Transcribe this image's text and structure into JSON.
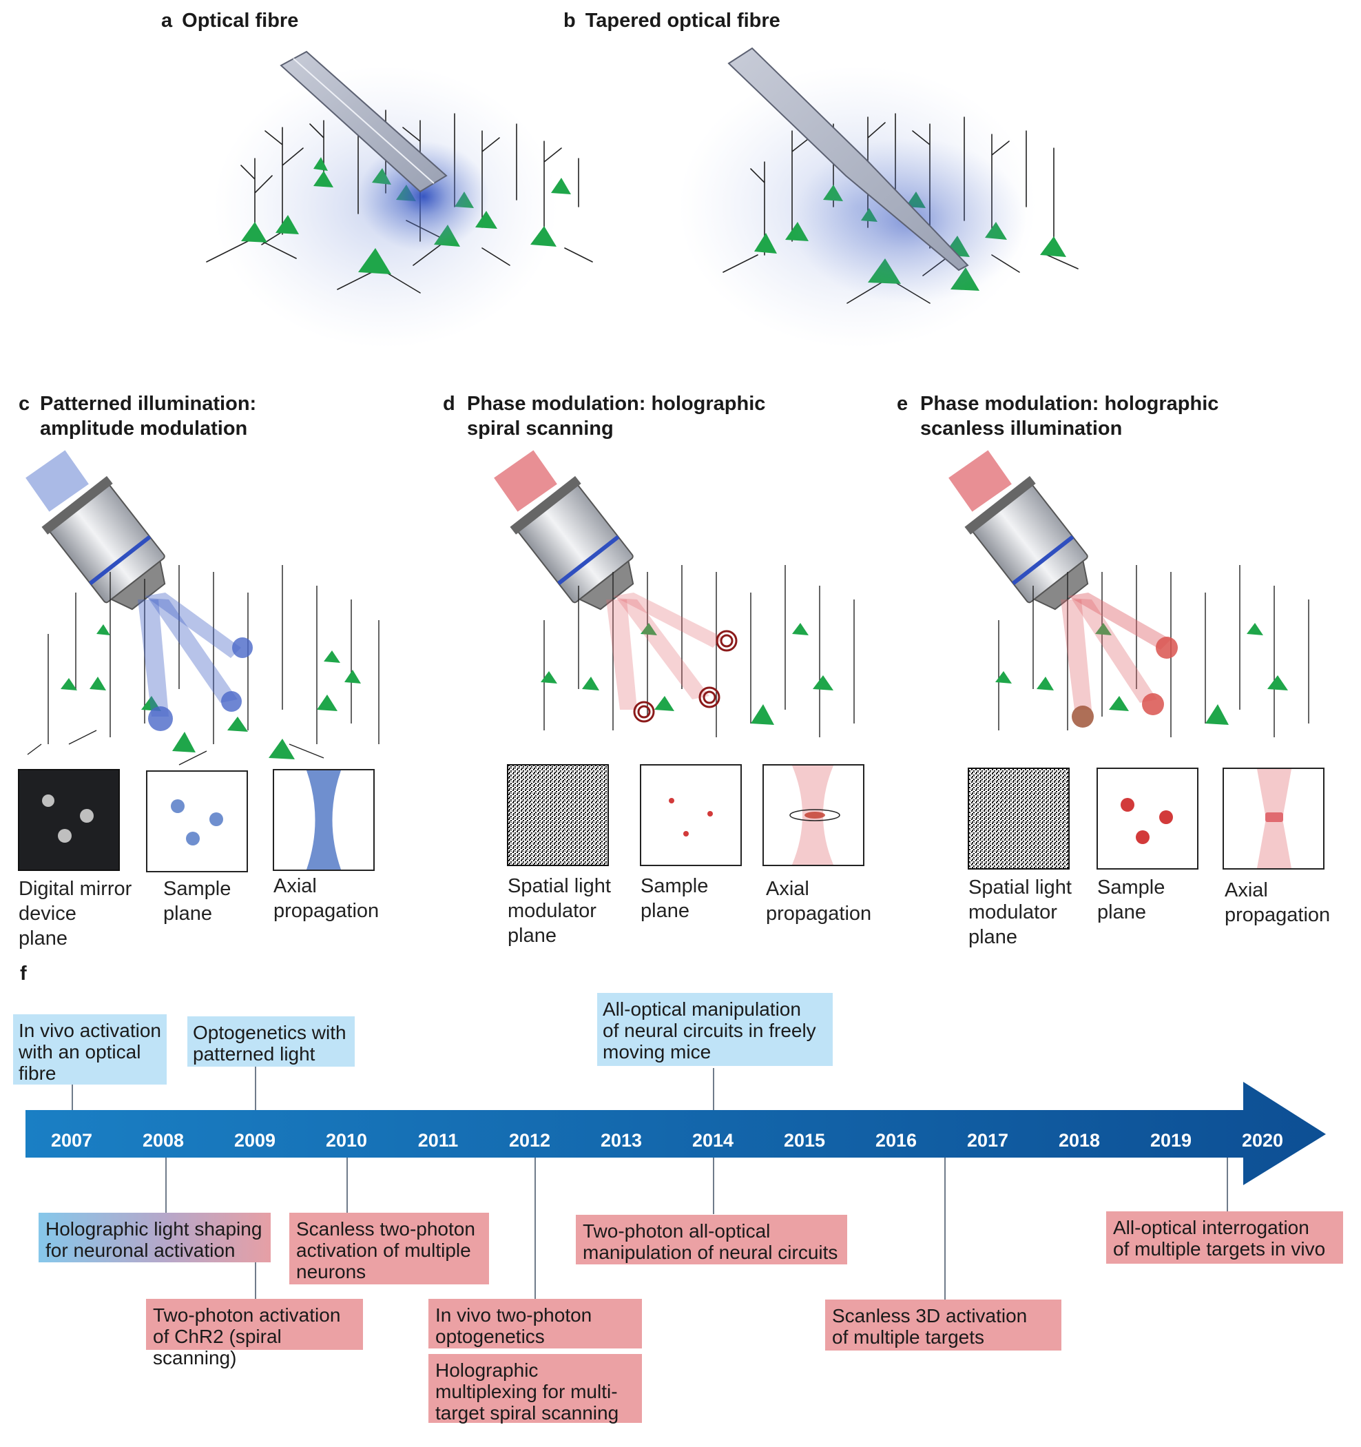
{
  "panels": {
    "a": {
      "letter": "a",
      "title": "Optical fibre"
    },
    "b": {
      "letter": "b",
      "title": "Tapered optical fibre"
    },
    "c": {
      "letter": "c",
      "title": "Patterned illumination:\namplitude modulation"
    },
    "d": {
      "letter": "d",
      "title": "Phase modulation: holographic\nspiral scanning"
    },
    "e": {
      "letter": "e",
      "title": "Phase modulation: holographic\nscanless illumination"
    },
    "f": {
      "letter": "f"
    }
  },
  "insets": {
    "c": [
      "Digital mirror\ndevice\nplane",
      "Sample\nplane",
      "Axial\npropagation"
    ],
    "d": [
      "Spatial light\nmodulator\nplane",
      "Sample\nplane",
      "Axial\npropagation"
    ],
    "e": [
      "Spatial light\nmodulator\nplane",
      "Sample\nplane",
      "Axial\npropagation"
    ]
  },
  "timeline": {
    "years": [
      "2007",
      "2008",
      "2009",
      "2010",
      "2011",
      "2012",
      "2013",
      "2014",
      "2015",
      "2016",
      "2017",
      "2018",
      "2019",
      "2020"
    ],
    "above": [
      {
        "text": "In vivo activation\nwith an optical\nfibre",
        "year": "2007"
      },
      {
        "text": "Optogenetics with\npatterned light",
        "year": "2009"
      },
      {
        "text": "All-optical manipulation\nof neural circuits in freely\nmoving mice",
        "year": "2014"
      }
    ],
    "below": [
      {
        "text": "Holographic light shaping\nfor neuronal activation",
        "year": "2008"
      },
      {
        "text": "Two-photon activation\nof ChR2 (spiral scanning)",
        "year": "2009"
      },
      {
        "text": "Scanless two-photon\nactivation of multiple\nneurons",
        "year": "2010"
      },
      {
        "text": "In vivo two-photon\noptogenetics",
        "year": "2012"
      },
      {
        "text": "Holographic\nmultiplexing for multi-\ntarget spiral scanning",
        "year": "2012"
      },
      {
        "text": "Two-photon all-optical\nmanipulation of neural circuits",
        "year": "2014"
      },
      {
        "text": "Scanless 3D activation\nof multiple targets",
        "year": "2016"
      },
      {
        "text": "All-optical interrogation\nof multiple targets in vivo",
        "year": "2020"
      }
    ]
  },
  "colors": {
    "neuron_green": "#1fa64a",
    "blue_light": "#4a6fc4",
    "red_light": "#e06a70",
    "timeline_left": "#1a7fc4",
    "timeline_right": "#0d4f94",
    "box_blue": "#bfe3f7",
    "box_red": "#eba1a4"
  }
}
